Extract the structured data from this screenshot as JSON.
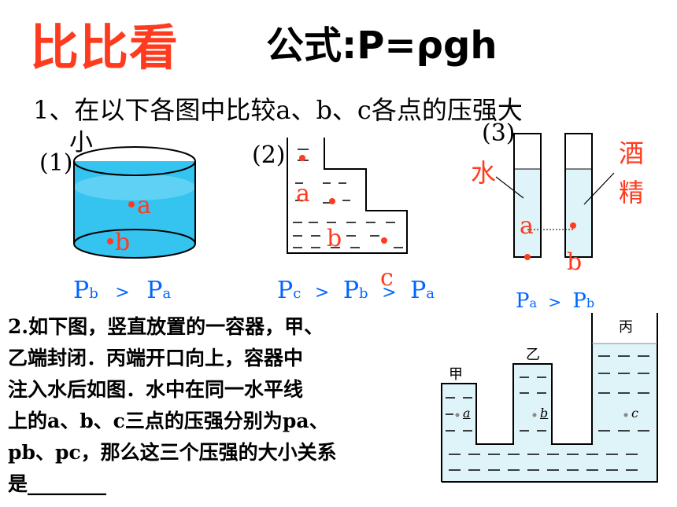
{
  "title": "比比看",
  "formula": "公式:P=ρgh",
  "question1": {
    "line1": "1、在以下各图中比较a、b、c各点的压强大",
    "line2": "小"
  },
  "figures": {
    "fig1": {
      "label": "(1)",
      "points": [
        "a",
        "b"
      ],
      "relation": {
        "left": "P",
        "left_sub": "b",
        "op": ">",
        "right": "P",
        "right_sub": "a"
      }
    },
    "fig2": {
      "label": "(2)",
      "points": [
        "a",
        "b",
        "c"
      ],
      "relation": {
        "p1": "P",
        "s1": "c",
        "op1": ">",
        "p2": "P",
        "s2": "b",
        "op2": ">",
        "p3": "P",
        "s3": "a"
      }
    },
    "fig3": {
      "label": "(3)",
      "water": "水",
      "alcohol_1": "酒",
      "alcohol_2": "精",
      "points": [
        "a",
        "b"
      ],
      "relation": {
        "left": "P",
        "left_sub": "a",
        "op": ">",
        "right": "P",
        "right_sub": "b"
      }
    }
  },
  "question2": {
    "lines": [
      "2.如下图，竖直放置的一容器，甲、",
      "乙端封闭．丙端开口向上，容器中",
      "注入水后如图．水中在同一水平线",
      "上的a、b、c三点的压强分别为pa、",
      "pb、pc，那么这三个压强的大小关系",
      "是________"
    ],
    "figure_labels": {
      "jia": "甲",
      "yi": "乙",
      "bing": "丙",
      "a": "a",
      "b": "b",
      "c": "c"
    }
  },
  "colors": {
    "red": "#ff3b1f",
    "blue": "#0066ff",
    "water": "#35c3f0",
    "light_water": "#dff4f8"
  }
}
